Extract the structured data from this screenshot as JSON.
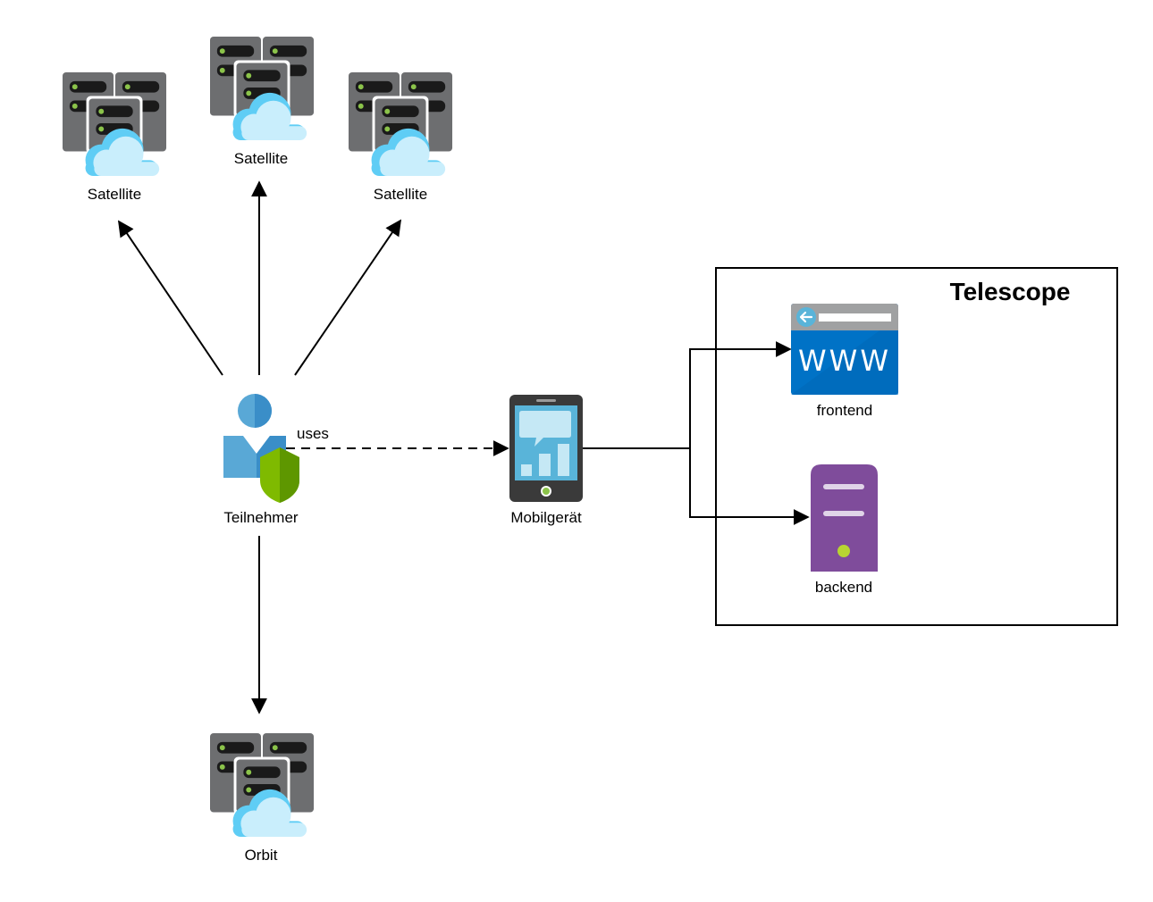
{
  "diagram": {
    "nodes": {
      "satellite_left": {
        "label": "Satellite",
        "icon": "server-cloud-icon"
      },
      "satellite_center": {
        "label": "Satellite",
        "icon": "server-cloud-icon"
      },
      "satellite_right": {
        "label": "Satellite",
        "icon": "server-cloud-icon"
      },
      "participant": {
        "label": "Teilnehmer",
        "icon": "user-shield-icon"
      },
      "mobile": {
        "label": "Mobilgerät",
        "icon": "tablet-chart-icon"
      },
      "orbit": {
        "label": "Orbit",
        "icon": "server-cloud-icon"
      },
      "frontend": {
        "label": "frontend",
        "icon": "web-browser-www-icon",
        "icon_text": "WWW"
      },
      "backend": {
        "label": "backend",
        "icon": "server-tower-icon"
      }
    },
    "group": {
      "title": "Telescope",
      "members": [
        "frontend",
        "backend"
      ]
    },
    "edges": [
      {
        "from": "participant",
        "to": "satellite_left",
        "style": "solid",
        "arrow": true
      },
      {
        "from": "participant",
        "to": "satellite_center",
        "style": "solid",
        "arrow": true
      },
      {
        "from": "participant",
        "to": "satellite_right",
        "style": "solid",
        "arrow": true
      },
      {
        "from": "participant",
        "to": "orbit",
        "style": "solid",
        "arrow": true
      },
      {
        "from": "participant",
        "to": "mobile",
        "style": "dashed",
        "arrow": true,
        "label": "uses"
      },
      {
        "from": "mobile",
        "to": "frontend",
        "style": "solid",
        "arrow": true,
        "routing": "orthogonal"
      },
      {
        "from": "mobile",
        "to": "backend",
        "style": "solid",
        "arrow": true,
        "routing": "orthogonal"
      }
    ],
    "colors": {
      "server_gray": "#6d6e70",
      "server_slot": "#1a1a1a",
      "server_light": "#8bc34a",
      "server_front": "#ffffff",
      "cloud_light": "#c9eefc",
      "cloud_dark": "#5fcdf5",
      "user_blue": "#59a8d6",
      "user_blue_dark": "#3a8ec8",
      "shield_green": "#7fba00",
      "shield_green_dark": "#5e9700",
      "tablet_body": "#3a3a3a",
      "tablet_screen": "#59b4d9",
      "tablet_light": "#c5e8f5",
      "browser_blue": "#0072c6",
      "browser_bar": "#a0a1a2",
      "backend_purple": "#7f4c9b",
      "backend_dot": "#b8d432"
    }
  }
}
